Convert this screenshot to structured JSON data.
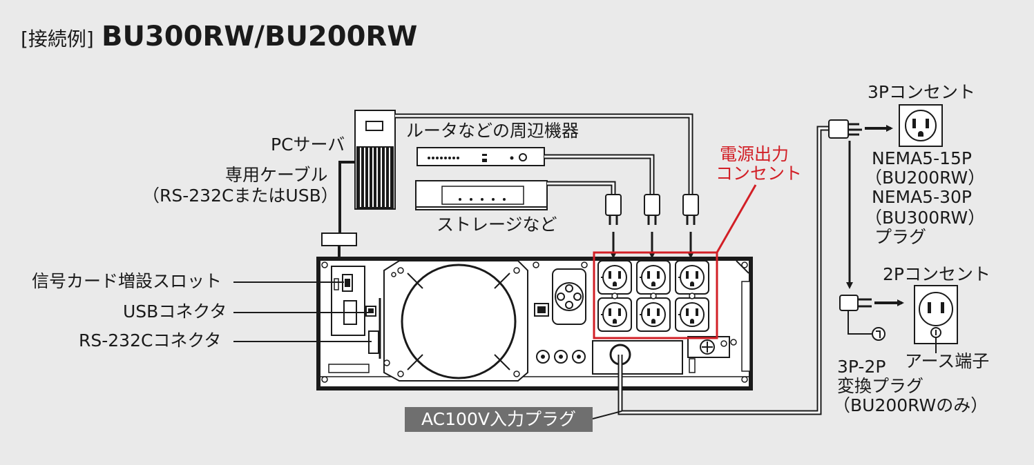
{
  "title": {
    "prefix": "[接続例]",
    "main": "BU300RW/BU200RW"
  },
  "labels": {
    "pc_server": "PCサーバ",
    "dedicated_cable": "専用ケーブル",
    "cable_type": "（RS-232CまたはUSB）",
    "router_peripherals": "ルータなどの周辺機器",
    "storage": "ストレージなど",
    "output_outlet_line1": "電源出力",
    "output_outlet_line2": "コンセント",
    "signal_card_slot": "信号カード増設スロット",
    "usb_connector": "USBコネクタ",
    "rs232c_connector": "RS-232Cコネクタ",
    "ac_input_plug": "AC100V入力プラグ",
    "outlet_3p": "3Pコンセント",
    "nema_15p": "NEMA5-15P",
    "bu200rw": "（BU200RW）",
    "nema_30p": "NEMA5-30P",
    "bu300rw": "（BU300RW）",
    "plug": "プラグ",
    "outlet_2p": "2Pコンセント",
    "earth_terminal": "アース端子",
    "adapter_line1": "3P-2P",
    "adapter_line2": "変換プラグ",
    "adapter_line3": "（BU200RWのみ）"
  },
  "colors": {
    "background": "#eaeaea",
    "highlight": "#d21f26",
    "badge": "#6f6f6f",
    "line": "#1a1a1a"
  }
}
